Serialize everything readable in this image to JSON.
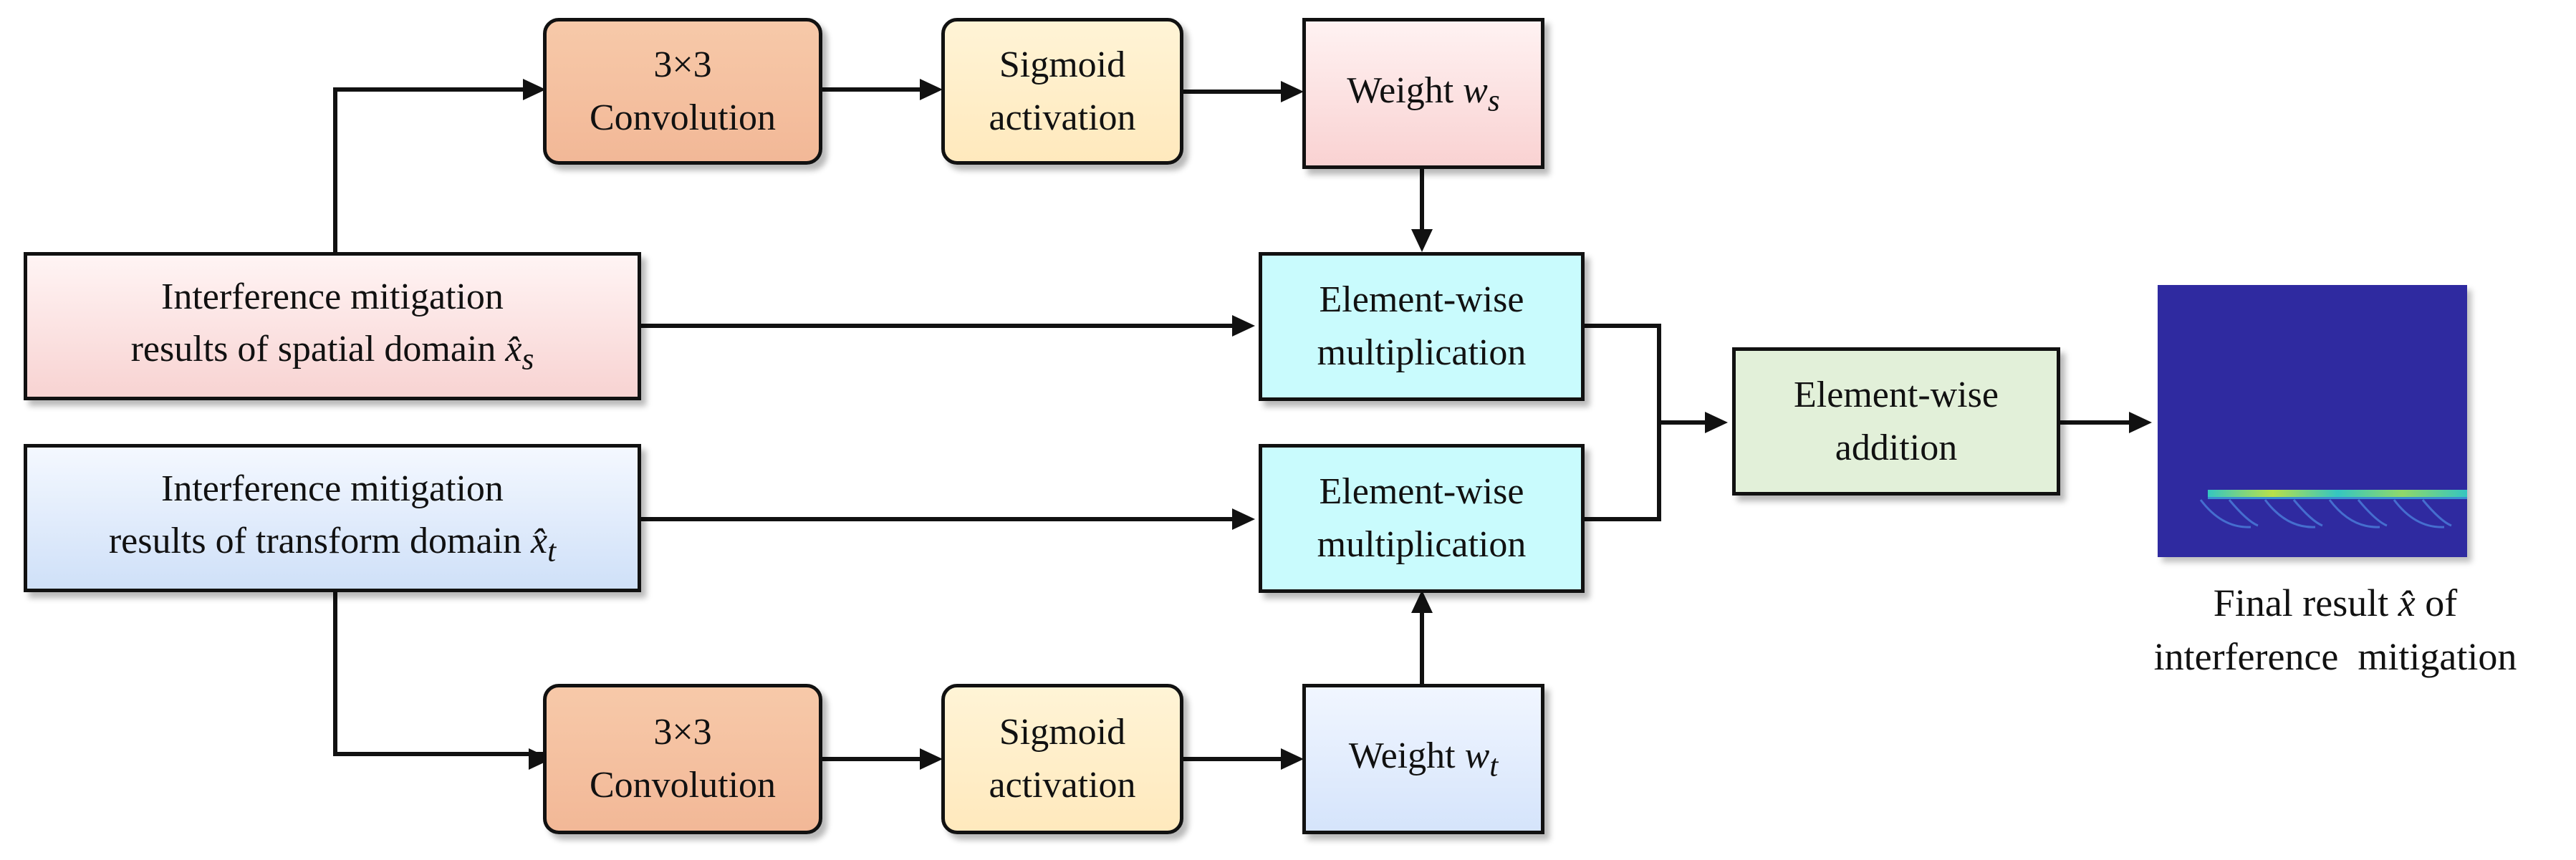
{
  "top_branch": {
    "conv": [
      "3×3",
      "Convolution"
    ],
    "sigmoid": [
      "Sigmoid",
      "activation"
    ],
    "weight_prefix": "Weight ",
    "weight_var": "w",
    "weight_sub": "s"
  },
  "bottom_branch": {
    "conv": [
      "3×3",
      "Convolution"
    ],
    "sigmoid": [
      "Sigmoid",
      "activation"
    ],
    "weight_prefix": "Weight ",
    "weight_var": "w",
    "weight_sub": "t"
  },
  "inputs": {
    "spatial": {
      "line1": "Interference mitigation",
      "line2_prefix": "results of spatial domain ",
      "var": "x̂",
      "sub": "s"
    },
    "transform": {
      "line1": "Interference mitigation",
      "line2_prefix": "results of transform domain ",
      "var": "x̂",
      "sub": "t"
    }
  },
  "multiply": [
    "Element-wise",
    "multiplication"
  ],
  "addition": [
    "Element-wise",
    "addition"
  ],
  "result": {
    "caption_prefix": "Final result ",
    "caption_var": "x̂",
    "caption_suffix": " of",
    "caption_line2": "interference  mitigation",
    "image_colors": {
      "background": "#2f2aa0",
      "signal": "#35c6c0",
      "trace": "#4a7ad8"
    }
  }
}
